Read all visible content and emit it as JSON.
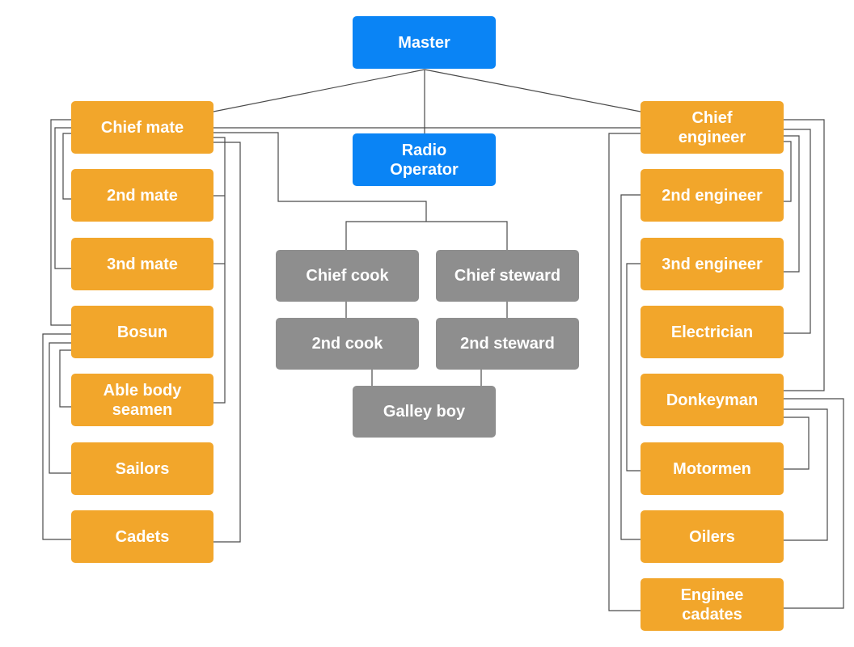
{
  "nodes": {
    "master": "Master",
    "radio_operator": "Radio\nOperator",
    "chief_mate": "Chief mate",
    "second_mate": "2nd mate",
    "third_mate": "3nd mate",
    "bosun": "Bosun",
    "able_body_seamen": "Able body\nseamen",
    "sailors": "Sailors",
    "cadets": "Cadets",
    "chief_cook": "Chief cook",
    "chief_steward": "Chief steward",
    "second_cook": "2nd cook",
    "second_steward": "2nd steward",
    "galley_boy": "Galley boy",
    "chief_engineer": "Chief\nengineer",
    "second_engineer": "2nd engineer",
    "third_engineer": "3nd engineer",
    "electrician": "Electrician",
    "donkeyman": "Donkeyman",
    "motormen": "Motormen",
    "oilers": "Oilers",
    "engine_cadets": "Enginee\ncadates"
  },
  "colors": {
    "command": "#0a84f5",
    "deck_and_engine": "#f2a62b",
    "catering": "#8e8e8e"
  }
}
